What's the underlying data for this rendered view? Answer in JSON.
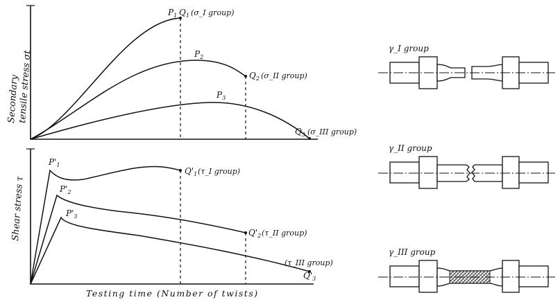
{
  "upper_graph": {
    "ylabel_line1": "Secondary",
    "ylabel_line2": "tensile stress σt",
    "points": {
      "p1": "P",
      "q1": "Q",
      "q1_group": "(σ_I group)",
      "p2": "P",
      "q2": "Q",
      "q2_group": "(σ_II group)",
      "p3": "P",
      "q3": "Q",
      "q3_group": "(σ_III group)"
    }
  },
  "lower_graph": {
    "ylabel": "Shear stress τ",
    "xlabel": "Testing time (Number of twists)",
    "points": {
      "p1": "P'",
      "q1": "Q'",
      "q1_group": "(τ_I group)",
      "p2": "P'",
      "q2": "Q'",
      "q2_group": "(τ_II group)",
      "p3": "P'",
      "q3": "Q'",
      "q3_group": "(τ_III group)"
    }
  },
  "specimens": {
    "g1": "γ_I group",
    "g2": "γ_II group",
    "g3": "γ_III group"
  }
}
